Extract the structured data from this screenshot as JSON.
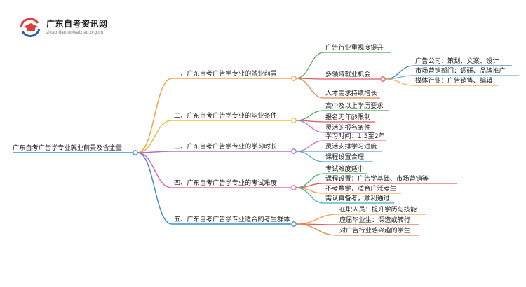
{
  "site": {
    "name": "广东自考资讯网",
    "url": "zikao.danluowaixiao.org.cn"
  },
  "root": "广东自考广告学专业就业前景及含金量",
  "branches": [
    {
      "label": "一、广东自考广告学专业的就业前景",
      "color": "#f5a24a",
      "children": [
        {
          "label": "广告行业重视度提升",
          "color": "#4fa85a"
        },
        {
          "label": "多领域就业机会",
          "color": "#e05a62",
          "children": [
            {
              "label": "广告公司：策划、文案、设计",
              "color": "#3f78c8"
            },
            {
              "label": "市场营销部门：调研、品牌推广",
              "color": "#5ab5d8"
            },
            {
              "label": "媒体行业：广告销售、编辑",
              "color": "#f5a24a"
            }
          ]
        },
        {
          "label": "人才需求持续增长",
          "color": "#e08a4a"
        }
      ]
    },
    {
      "label": "二、广东自考广告学专业的毕业条件",
      "color": "#d8c632",
      "children": [
        {
          "label": "高中及以上学历要求",
          "color": "#4fa85a"
        },
        {
          "label": "报名无年龄限制",
          "color": "#e05a62"
        },
        {
          "label": "灵活的报名条件",
          "color": "#b46ed0"
        }
      ]
    },
    {
      "label": "三、广东自考广告学专业的学习时长",
      "color": "#b46ed0",
      "children": [
        {
          "label": "学习时间：1.5至2年",
          "color": "#e86aa6"
        },
        {
          "label": "灵活安排学习进度",
          "color": "#4aa8d8"
        },
        {
          "label": "课程设置合理",
          "color": "#4aa8d8"
        }
      ]
    },
    {
      "label": "四、广东自考广告学专业的考试难度",
      "color": "#e86aa6",
      "children": [
        {
          "label": "考试难度适中",
          "color": "#4fa85a"
        },
        {
          "label": "课程设置：广告学基础、市场营销等",
          "color": "#e05a62"
        },
        {
          "label": "不考数学，适合广泛考生",
          "color": "#f5a24a"
        },
        {
          "label": "需认真备考，顺利通过",
          "color": "#3bb8a8"
        }
      ]
    },
    {
      "label": "五、广东自考广告学专业适合的考生群体",
      "color": "#3f8fd0",
      "children": [
        {
          "label": "在职人员：提升学历与技能",
          "color": "#f5a24a"
        },
        {
          "label": "应届毕业生：深造或转行",
          "color": "#e05a62"
        },
        {
          "label": "对广告行业感兴趣的学生",
          "color": "#e08a4a"
        }
      ]
    }
  ],
  "colors": {
    "root_line": "#3f8fd0",
    "node_fill": "#ffffff"
  },
  "icons": {
    "logo": "graduation-cap-icon"
  }
}
